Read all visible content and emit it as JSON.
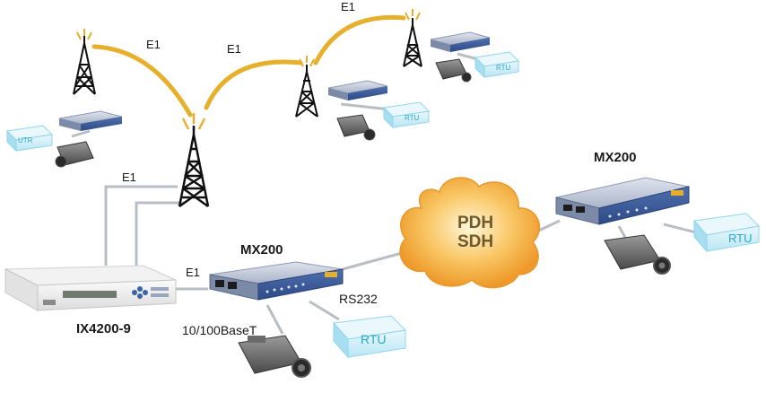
{
  "links": {
    "e1_1": "E1",
    "e1_2": "E1",
    "e1_3": "E1",
    "e1_4": "E1",
    "e1_5": "E1"
  },
  "devices": {
    "ix": "IX4200-9",
    "mx_center": "MX200",
    "mx_right": "MX200"
  },
  "ports": {
    "rs232": "RS232",
    "ethernet": "10/100BaseT"
  },
  "cloud": {
    "line1": "PDH",
    "line2": "SDH"
  },
  "rtu": {
    "rtu_center": "RTU",
    "rtu_right": "RTU",
    "rtu_mid": "RTU",
    "rtu_top": "RTU",
    "rtu_left": "UTR"
  },
  "colors": {
    "radio_link": "#e6b02d",
    "cloud": "#f4a63a",
    "cable": "#b9bec4",
    "rtu": "#8fd6ec",
    "mux_body": "#7a8aa6"
  }
}
